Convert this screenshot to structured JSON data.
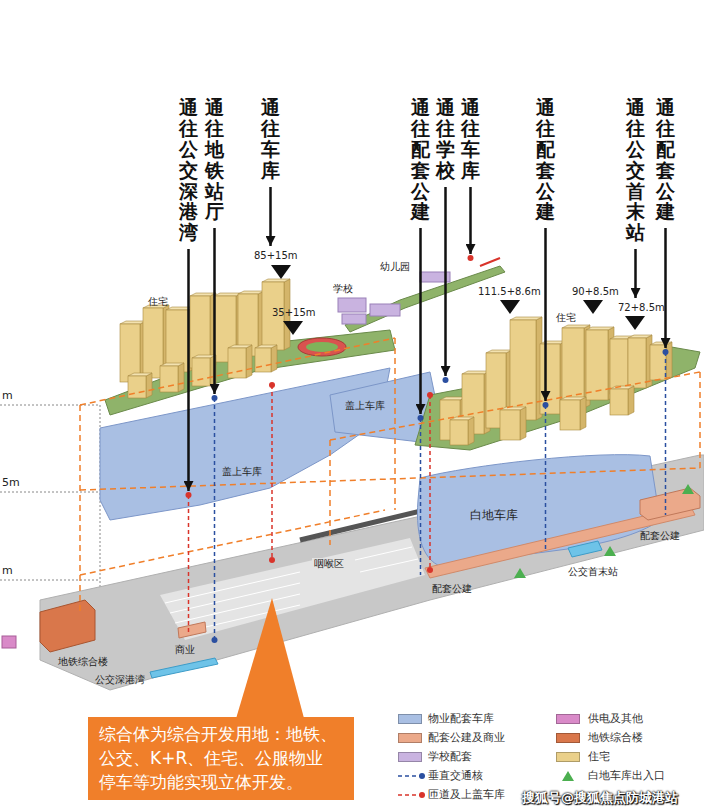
{
  "diagram": {
    "nodes": [
      {
        "text": [
          "综合体为综合开发用地：地铁、 公交、K+R、住宅、公服物业 停车等功能实现立体开发。"
        ]
      }
    ],
    "labels": [
      "通往公交深港湾",
      "通往地铁站厅",
      "通往车库",
      "通往配套公建",
      "通往学校",
      "通往车库",
      "通往配套公建",
      "通往公交首末站",
      "通往配套公建",
      "85+15m",
      "幼儿园",
      "学校",
      "111.5+8.6m",
      "90+8.5m",
      "72+8.5m",
      "住宅",
      "35+15m",
      "住宅",
      "m",
      "盖上车库",
      "盖上车库",
      "5m",
      "白地车库",
      "咽喉区",
      "配套公建",
      "公交首末站",
      "配套公建",
      "m",
      "地铁综合楼",
      "商业",
      "公交深港湾",
      "搜狐号@搜狐焦点防城港站"
    ],
    "legend": [
      {
        "text": "物业配套车库",
        "color": "#a9bfe3"
      },
      {
        "text": "供电及其他",
        "color": "#d98ac8"
      },
      {
        "text": "配套公建及商业",
        "color": "#eba98a"
      },
      {
        "text": "地铁综合楼",
        "color": "#d9774b"
      },
      {
        "text": "学校配套",
        "color": "#c9b3e0"
      },
      {
        "text": "住宅",
        "color": "#ead08a"
      },
      {
        "text": "垂直交通核"
      },
      {
        "text": "白地车库出入口"
      },
      {
        "text": "匝道及上盖车库"
      }
    ]
  }
}
